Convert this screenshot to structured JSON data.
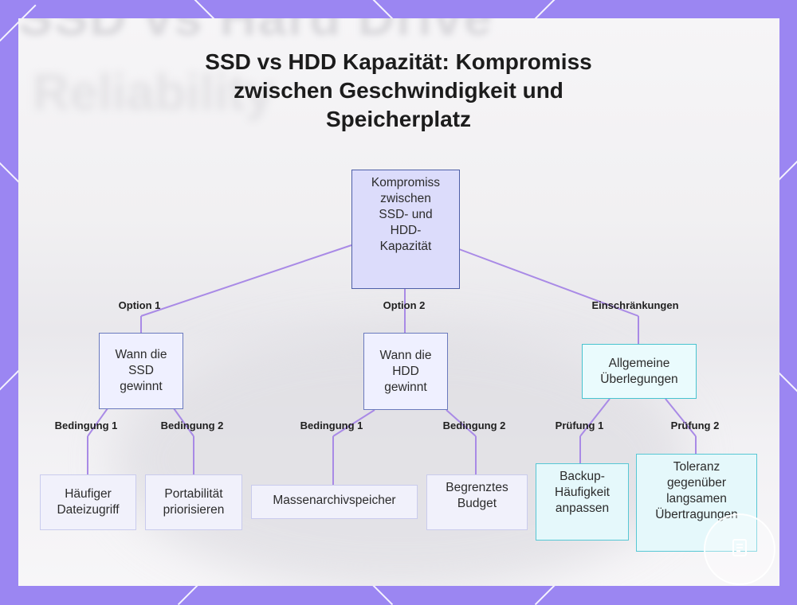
{
  "title": {
    "lines": [
      "SSD vs HDD Kapazität: Kompromiss",
      "zwischen Geschwindigkeit und",
      "Speicherplatz"
    ]
  },
  "background": {
    "blurred_heading": "SSD vs Hard Drive",
    "blurred_subheading": "Reliability"
  },
  "colors": {
    "frame": "#9b86f2",
    "edge": "#a98ae6",
    "root_fill": "#dcdcfb",
    "root_border": "#4e5fa8",
    "cyan_border": "#48c3cf"
  },
  "diagram": {
    "root": "Kompromiss zwischen SSD- und HDD-Kapazität",
    "branches": {
      "ssd": {
        "edge_label": "Option 1",
        "label": "Wann die SSD gewinnt",
        "children": [
          {
            "edge_label": "Bedingung 1",
            "label": "Häufiger Dateizugriff"
          },
          {
            "edge_label": "Bedingung 2",
            "label": "Portabilität priorisieren"
          }
        ]
      },
      "hdd": {
        "edge_label": "Option 2",
        "label": "Wann die HDD gewinnt",
        "children": [
          {
            "edge_label": "Bedingung 1",
            "label": "Massenarchivspeicher"
          },
          {
            "edge_label": "Bedingung 2",
            "label": "Begrenztes Budget"
          }
        ]
      },
      "limits": {
        "edge_label": "Einschränkungen",
        "label": "Allgemeine Überlegungen",
        "children": [
          {
            "edge_label": "Prüfung 1",
            "label": "Backup-Häufigkeit anpassen"
          },
          {
            "edge_label": "Prüfung 2",
            "label": "Toleranz gegenüber langsamen Übertragungen"
          }
        ]
      }
    }
  },
  "icons": {
    "watermark": "document-icon"
  }
}
